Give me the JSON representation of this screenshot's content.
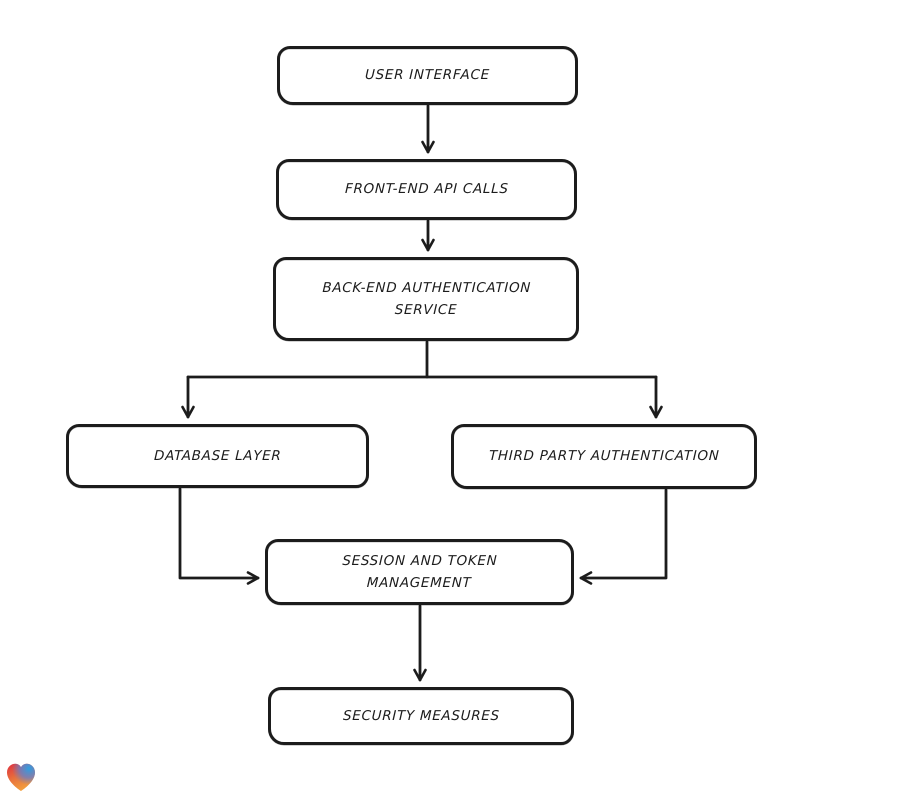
{
  "canvas": {
    "background": "#ffffff",
    "stroke_color": "#1c1c1c"
  },
  "diagram": {
    "type": "flowchart",
    "direction": "top-down",
    "nodes": [
      {
        "id": "user-interface",
        "label": "USER INTERFACE"
      },
      {
        "id": "front-end-api-calls",
        "label": "FRONT-END API CALLS"
      },
      {
        "id": "back-end-authentication-service",
        "label": "BACK-END AUTHENTICATION\nSERVICE"
      },
      {
        "id": "database-layer",
        "label": "DATABASE LAYER"
      },
      {
        "id": "third-party-authentication",
        "label": "THIRD PARTY AUTHENTICATION"
      },
      {
        "id": "session-and-token-management",
        "label": "SESSION AND TOKEN\nMANAGEMENT"
      },
      {
        "id": "security-measures",
        "label": "SECURITY MEASURES"
      }
    ],
    "edges": [
      {
        "from": "user-interface",
        "to": "front-end-api-calls"
      },
      {
        "from": "front-end-api-calls",
        "to": "back-end-authentication-service"
      },
      {
        "from": "back-end-authentication-service",
        "to": "database-layer"
      },
      {
        "from": "back-end-authentication-service",
        "to": "third-party-authentication"
      },
      {
        "from": "database-layer",
        "to": "session-and-token-management"
      },
      {
        "from": "third-party-authentication",
        "to": "session-and-token-management"
      },
      {
        "from": "session-and-token-management",
        "to": "security-measures"
      }
    ]
  },
  "logo": {
    "name": "gradient-heart",
    "colors": {
      "top_left": "#e0333e",
      "top_right": "#2f9fe0",
      "bottom": "#f3a23d"
    }
  }
}
